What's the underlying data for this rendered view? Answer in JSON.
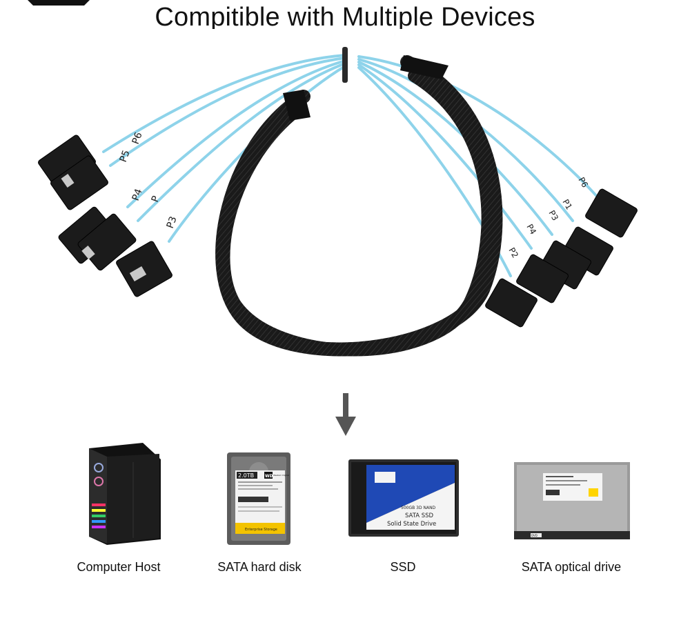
{
  "header": {
    "title": "Compitible with Multiple Devices"
  },
  "cable": {
    "left_labels": [
      "P5",
      "P6",
      "P4",
      "P",
      "P3"
    ],
    "right_labels": [
      "P6",
      "P1",
      "P3",
      "P4",
      "P2"
    ]
  },
  "devices": [
    {
      "label": "Computer Host"
    },
    {
      "label": "SATA hard disk",
      "sticker_capacity": "2.0TB",
      "brand": "WD",
      "brand_line": "Western Digital",
      "footer_badge": "Enterprise Storage"
    },
    {
      "label": "SSD",
      "spec_line": "500GB 3D NAND",
      "name_line": "SATA SSD",
      "type_line": "Solid State Drive"
    },
    {
      "label": "SATA optical drive",
      "tray_badge": "DVD"
    }
  ],
  "colors": {
    "cable_wire": "#8ed3ea",
    "sleeve": "#1c1c1c",
    "ssd_blue": "#1f49b5"
  }
}
